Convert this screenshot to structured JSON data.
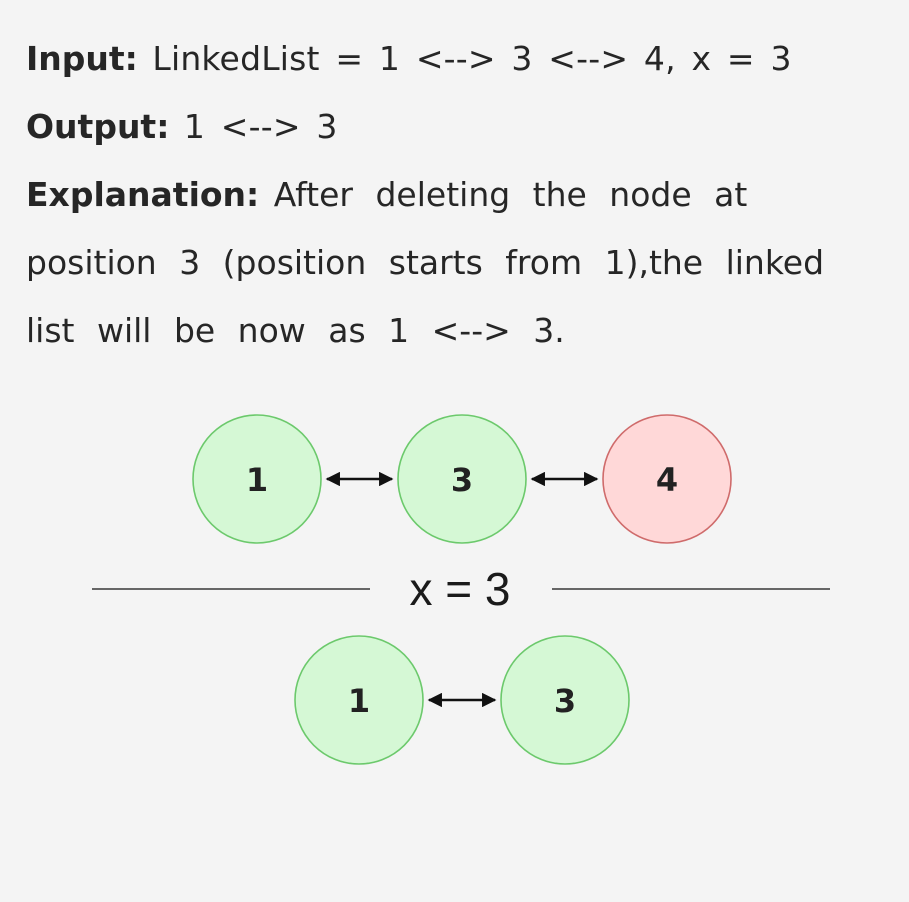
{
  "problem": {
    "input_label": "Input:",
    "input_value": "LinkedList = 1 <--> 3 <--> 4, x = 3",
    "output_label": "Output:",
    "output_value": "1 <--> 3",
    "explanation_label": "Explanation:",
    "explanation_line1": "After deleting the node at",
    "explanation_line2": "position 3 (position starts from 1),the linked",
    "explanation_line3": "list will be now as 1 <--> 3."
  },
  "diagram": {
    "before_nodes": [
      {
        "value": "1",
        "state": "kept"
      },
      {
        "value": "3",
        "state": "kept"
      },
      {
        "value": "4",
        "state": "deleted"
      }
    ],
    "separator_label": "x = 3",
    "after_nodes": [
      {
        "value": "1",
        "state": "kept"
      },
      {
        "value": "3",
        "state": "kept"
      }
    ],
    "colors": {
      "kept_fill": "#d5f8d5",
      "kept_stroke": "#6cc96c",
      "deleted_fill": "#ffd8d8",
      "deleted_stroke": "#cf6b6b",
      "arrow": "#111111",
      "separator_line": "#666666"
    }
  }
}
